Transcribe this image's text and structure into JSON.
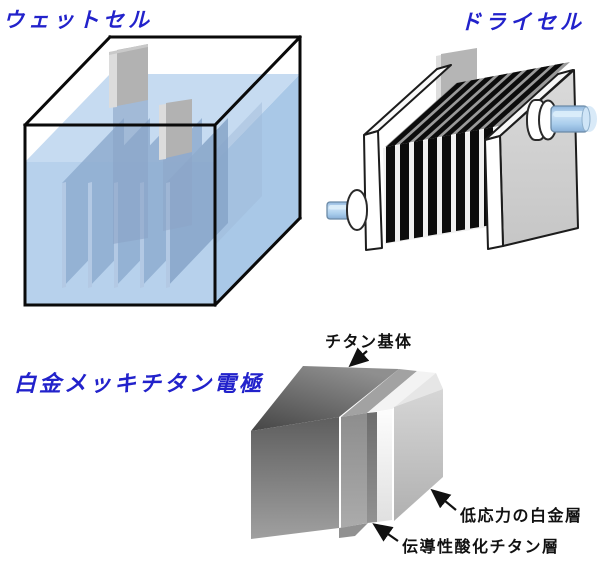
{
  "labels": {
    "wet_cell": "ウェットセル",
    "dry_cell": "ドライセル",
    "electrode_heading": "白金メッキチタン電極"
  },
  "annotations": {
    "titanium_substrate": "チタン基体",
    "platinum_layer": "低応力の白金層",
    "titanium_oxide_layer": "伝導性酸化チタン層"
  },
  "colors": {
    "heading_blue": "#2222cb",
    "annotation_black": "#111111",
    "water_blue": "#b7d1ec",
    "water_surface_blue": "#c6dbf1",
    "water_side_blue": "#a9c8e7",
    "plate_blue": "#8fadd0",
    "electrode_tab_gray": "#b2b2b2",
    "tube_blue": "#aed2f0",
    "dry_plate_black": "#0c0c0c",
    "dry_side_gray": "#d2d2d2",
    "titanium_dark_gray": "#5a5a5a",
    "platinum_light_gray": "#c6c6c6",
    "outline": "#000000",
    "background": "#ffffff"
  }
}
